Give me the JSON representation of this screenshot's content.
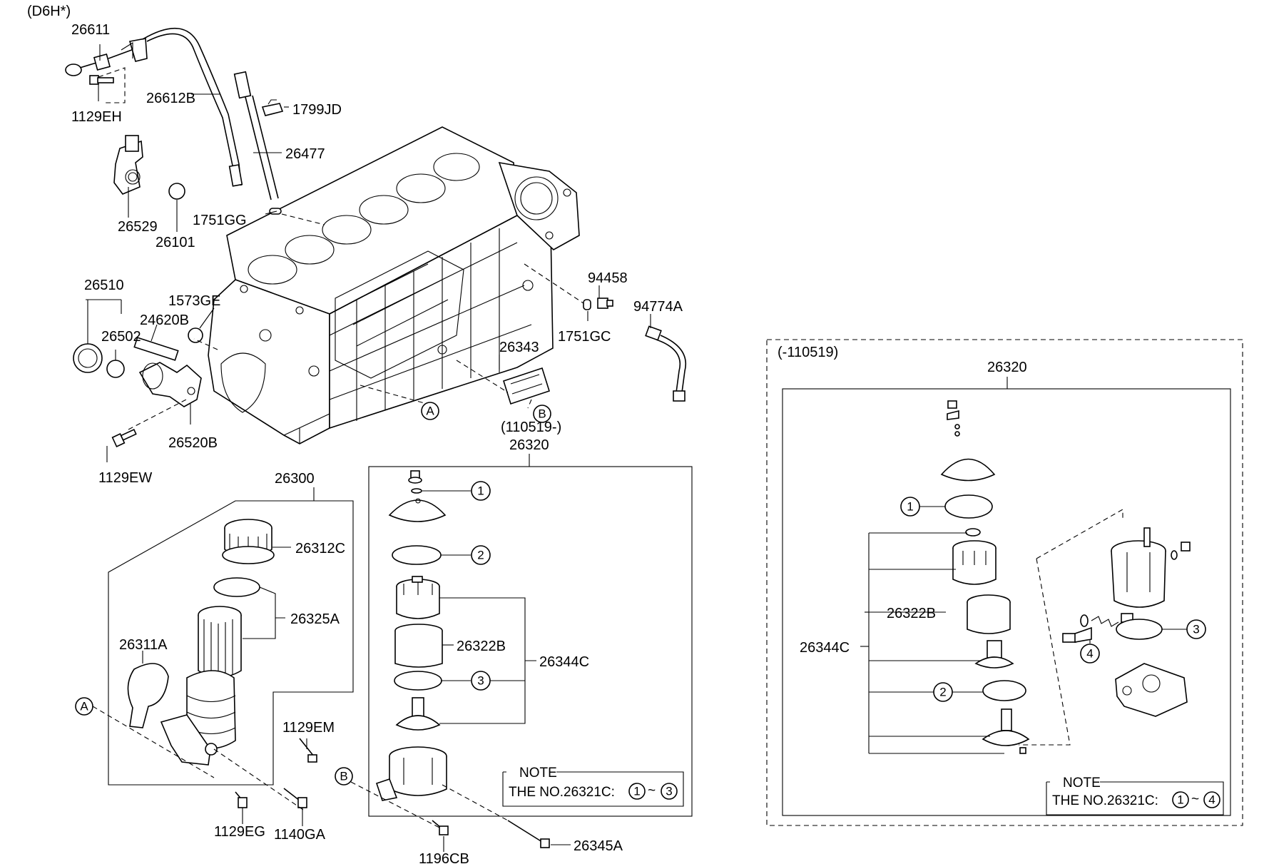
{
  "variant_label": "(D6H*)",
  "main_labels": {
    "l26611": "26611",
    "l1129EH": "1129EH",
    "l26612B": "26612B",
    "l1799JD": "1799JD",
    "l26477": "26477",
    "l26529": "26529",
    "l26101": "26101",
    "l1751GG": "1751GG",
    "l26510": "26510",
    "l26502": "26502",
    "l24620B": "24620B",
    "l1573GE": "1573GE",
    "l26520B": "26520B",
    "l1129EW": "1129EW",
    "l94458": "94458",
    "l94774A": "94774A",
    "l1751GC": "1751GC",
    "l26343": "26343",
    "l26300": "26300",
    "l26312C": "26312C",
    "l26325A": "26325A",
    "l26311A": "26311A",
    "l1129EM": "1129EM",
    "l1129EG": "1129EG",
    "l1140GA": "1140GA",
    "l1196CB": "1196CB",
    "l26345A": "26345A"
  },
  "refs": {
    "a": "A",
    "b": "B"
  },
  "center_assembly": {
    "date_range": "(110519-)",
    "part": "26320",
    "part_26322B": "26322B",
    "part_26344C": "26344C",
    "note_title": "NOTE",
    "note_text": "THE NO.26321C:",
    "note_sep": "~",
    "c1": "1",
    "c2": "2",
    "c3": "3"
  },
  "right_assembly": {
    "date_range": "(-110519)",
    "part": "26320",
    "part_26322B": "26322B",
    "part_26344C": "26344C",
    "note_title": "NOTE",
    "note_text": "THE NO.26321C:",
    "note_sep": "~",
    "c1": "1",
    "c2": "2",
    "c3": "3",
    "c4": "4"
  }
}
